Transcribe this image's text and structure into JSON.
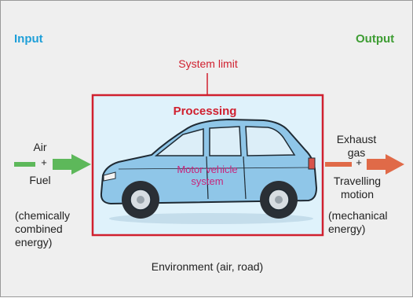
{
  "diagram": {
    "input_heading": "Input",
    "output_heading": "Output",
    "system_limit_label": "System limit",
    "processing_title": "Processing",
    "system_label": "Motor vehicle system",
    "inputs": {
      "first": "Air",
      "plus": "+",
      "second": "Fuel",
      "energy": "(chemically\ncombined\nenergy)"
    },
    "outputs": {
      "first": "Exhaust\ngas",
      "plus": "+",
      "second": "Travelling\nmotion",
      "energy": "(mechanical\nenergy)"
    },
    "environment_label": "Environment (air, road)"
  },
  "colors": {
    "input_heading": "#1e9fd8",
    "output_heading": "#3e9d33",
    "system_limit": "#d0202f",
    "system_label": "#c8247b",
    "processing_fill": "#dff2fb",
    "input_arrow": "#5db85a",
    "output_arrow": "#e06a48",
    "car_body": "#8fc6e8"
  }
}
